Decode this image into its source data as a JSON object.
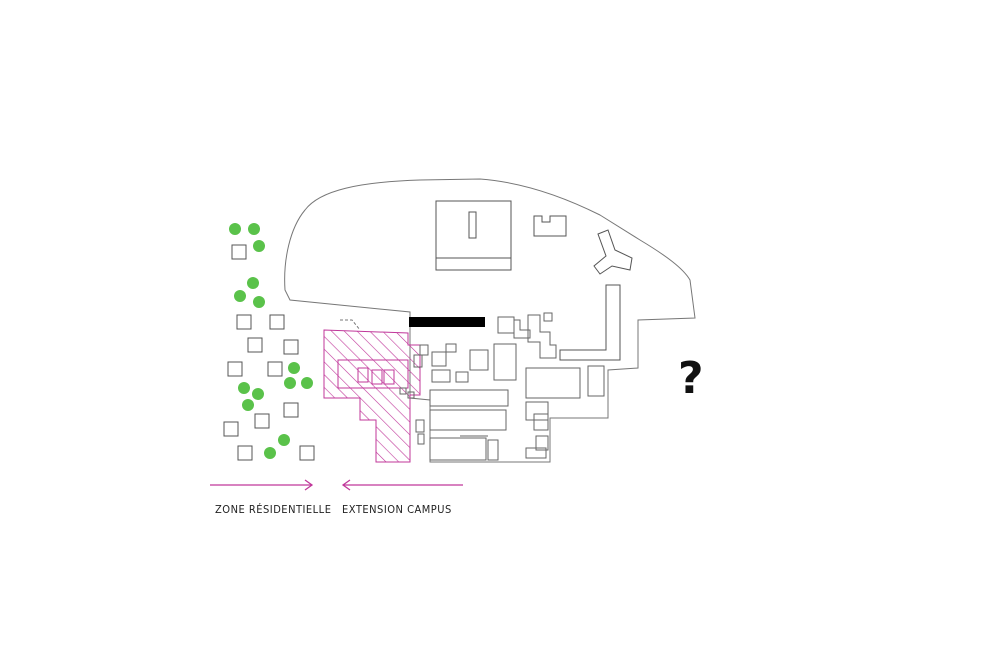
{
  "labels": {
    "residential": "ZONE RÉSIDENTIELLE",
    "extension": "EXTENSION CAMPUS",
    "question": "?"
  },
  "colors": {
    "tree": "#5ac24a",
    "accent": "#c0379a",
    "outline": "#666666",
    "solid": "#000000"
  },
  "legend": {
    "residential_arrow_direction": "right",
    "extension_arrow_direction": "left"
  }
}
